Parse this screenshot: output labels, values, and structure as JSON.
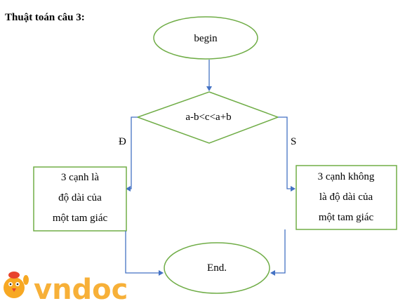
{
  "title": "Thuật toán câu 3:",
  "nodes": {
    "start": "begin",
    "condition": "a-b<c<a+b",
    "yes_box": [
      "3 cạnh là",
      "độ dài của",
      "một tam giác"
    ],
    "no_box": [
      "3 cạnh không",
      "là độ dài của",
      "một tam giác"
    ],
    "end": "End."
  },
  "branch_labels": {
    "yes": "Đ",
    "no": "S"
  },
  "watermark": "vndoc",
  "colors": {
    "shape_stroke": "#70ad47",
    "connector": "#4472c4",
    "watermark": "#f7a823"
  }
}
